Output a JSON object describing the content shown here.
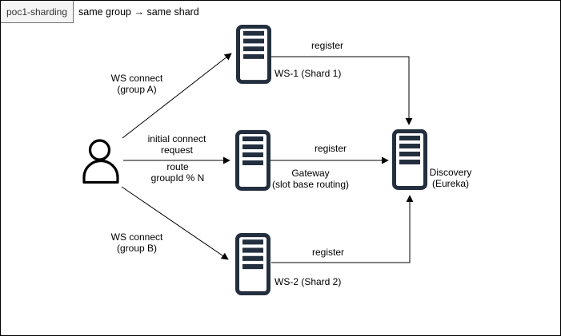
{
  "page": {
    "tab_label": "poc1-sharding",
    "note": "same group → same shard"
  },
  "nodes": {
    "user": {
      "icon": "person-icon"
    },
    "ws1": {
      "icon": "server-icon",
      "label": "WS-1 (Shard 1)"
    },
    "gateway": {
      "icon": "server-icon",
      "label": "Gateway",
      "sublabel": "(slot base routing)"
    },
    "ws2": {
      "icon": "server-icon",
      "label": "WS-2 (Shard 2)"
    },
    "discovery": {
      "icon": "server-icon",
      "label": "Discovery",
      "sublabel": "(Eureka)"
    }
  },
  "edges": {
    "user_to_ws1": {
      "line1": "WS connect",
      "line2": "(group A)"
    },
    "user_to_gateway": {
      "above1": "initial connect",
      "above2": "request",
      "below1": "route",
      "below2": "groupId % N"
    },
    "user_to_ws2": {
      "line1": "WS connect",
      "line2": "(group B)"
    },
    "ws1_to_discovery": {
      "label": "register"
    },
    "gateway_to_discovery": {
      "label": "register"
    },
    "ws2_to_discovery": {
      "label": "register"
    }
  },
  "colors": {
    "server": "#232F3E",
    "line": "#000000",
    "person": "#000000",
    "tab_background": "#f5f5f5",
    "tab_border": "#707070",
    "canvas_border": "#000000"
  }
}
